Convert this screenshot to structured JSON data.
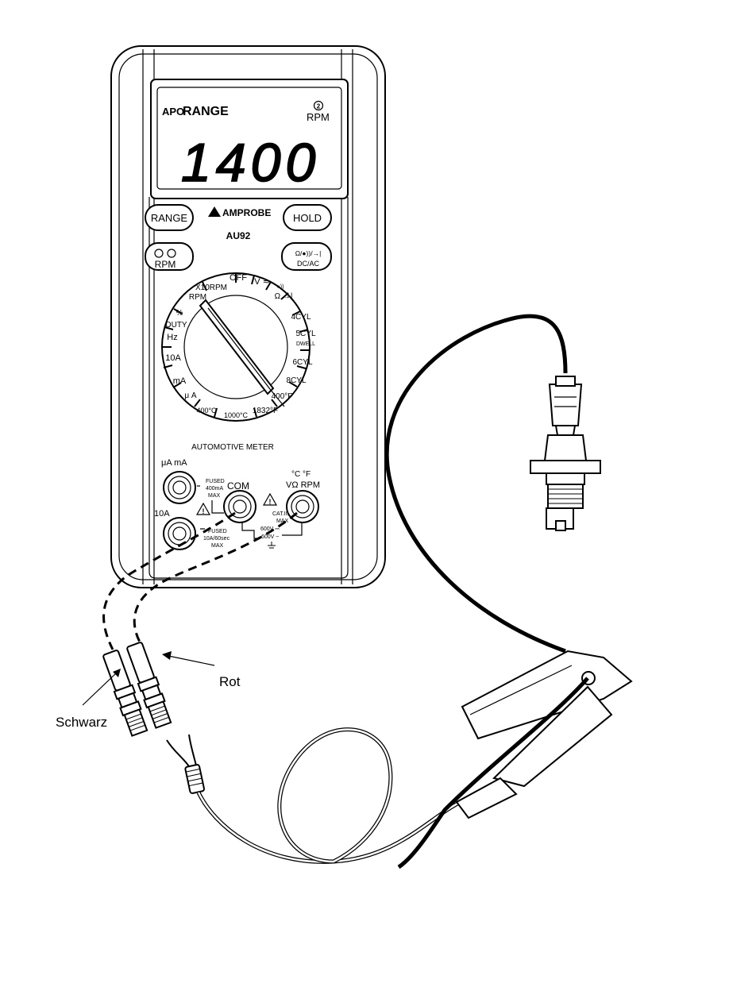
{
  "display": {
    "apo": "APO",
    "range": "RANGE",
    "unit": "RPM",
    "reading": "1400"
  },
  "buttons": {
    "range": "RANGE",
    "hold": "HOLD",
    "rpm": "RPM",
    "mode_symbols": "Ω/●))/→|",
    "dcac": "DC/AC"
  },
  "brand": {
    "name": "AMPROBE",
    "model": "AU92"
  },
  "dial": {
    "off": "OFF",
    "v": "V ≂",
    "ohm": "Ω →|",
    "cont": "●))",
    "cyl4": "4CYL",
    "cyl5": "5CYL",
    "dwell": "DWELL",
    "cyl6": "6CYL",
    "cyl8": "8CYL",
    "f400": "400°F",
    "f1832": "1832°F",
    "c1000": "1000°C",
    "c400": "400°C",
    "ua": "μ A",
    "ma": "mA",
    "a10": "10A",
    "hz": "Hz",
    "duty": "DUTY",
    "pct": "%",
    "rpm": "RPM",
    "x10rpm": "X10RPM"
  },
  "meter_label": "AUTOMOTIVE METER",
  "jacks": {
    "uama": "μA mA",
    "fused1": "FUSED",
    "fused1b": "400mA",
    "fused1c": "MAX",
    "com": "COM",
    "cf": "°C  °F",
    "vohm": "VΩ RPM",
    "cat_a": "CAT.III",
    "cat_b": "MAX",
    "a10": "10A",
    "fused2": "FUSED",
    "fused2b": "10A/60sec",
    "fused2c": "MAX",
    "v600dc": "600V ⎓",
    "v600ac": "600V ~"
  },
  "callouts": {
    "black": "Schwarz",
    "red": "Rot"
  }
}
